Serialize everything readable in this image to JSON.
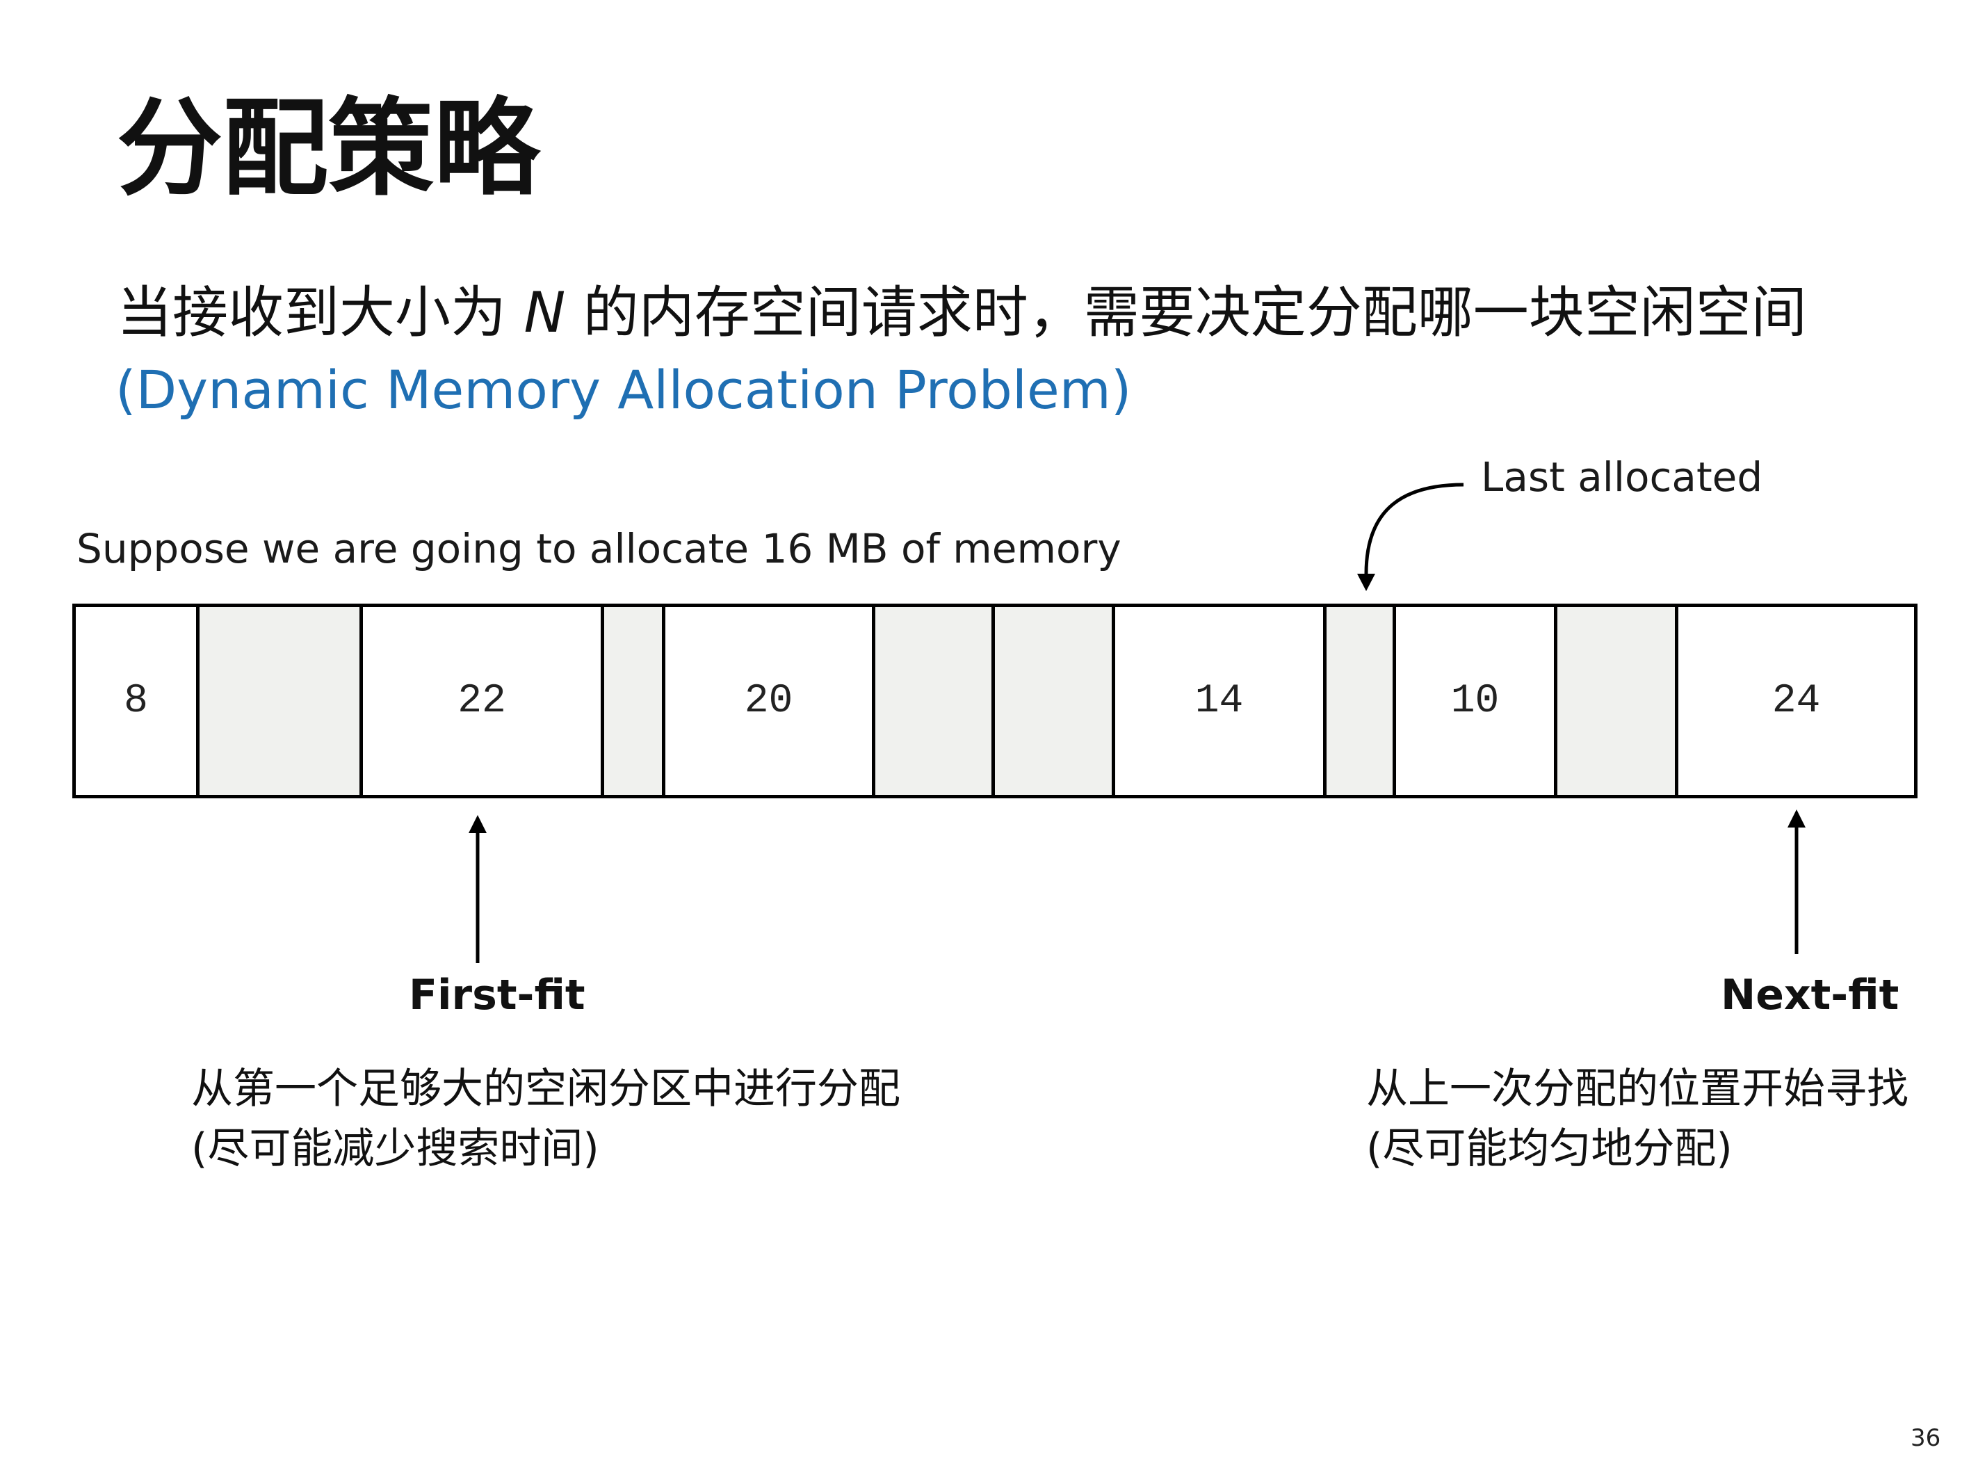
{
  "title": "分配策略",
  "question": {
    "before": "当接收到大小为 ",
    "variable": "N",
    "after": " 的内存空间请求时，需要决定分配哪一块空闲空间"
  },
  "subtitle": "(Dynamic Memory Allocation Problem)",
  "suppose_text": "Suppose  we are going to allocate 16 MB of memory",
  "last_allocated_label": "Last allocated",
  "memory_blocks": [
    {
      "label": "8",
      "state": "free"
    },
    {
      "label": "",
      "state": "used"
    },
    {
      "label": "22",
      "state": "free"
    },
    {
      "label": "",
      "state": "used"
    },
    {
      "label": "20",
      "state": "free"
    },
    {
      "label": "",
      "state": "used"
    },
    {
      "label": "",
      "state": "used"
    },
    {
      "label": "14",
      "state": "free"
    },
    {
      "label": "",
      "state": "used"
    },
    {
      "label": "10",
      "state": "free"
    },
    {
      "label": "",
      "state": "used"
    },
    {
      "label": "24",
      "state": "free"
    }
  ],
  "first_fit": {
    "label": "First-fit",
    "line1": "从第一个足够大的空闲分区中进行分配",
    "line2": "(尽可能减少搜索时间)"
  },
  "next_fit": {
    "label": "Next-fit",
    "line1": "从上一次分配的位置开始寻找",
    "line2": "(尽可能均匀地分配)"
  },
  "page_number": "36",
  "colors": {
    "subtitle": "#1f6fb3",
    "used_block": "#f0f1ee",
    "free_block": "#ffffff"
  }
}
